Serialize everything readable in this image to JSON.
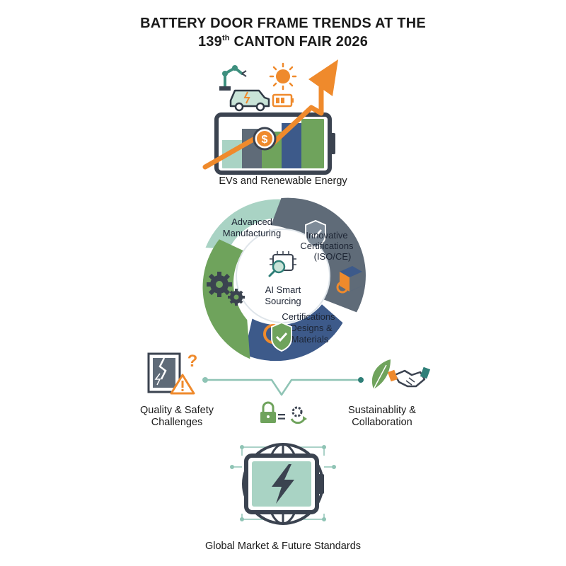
{
  "title": {
    "line1": "BATTERY DOOR FRAME TRENDS AT THE",
    "line2_number": "139",
    "line2_superscript": "th",
    "line2_rest": " CANTON FAIR 2026"
  },
  "top_section": {
    "label": "EVs and Renewable Energy",
    "dollar_symbol": "$"
  },
  "cycle": {
    "segments": [
      {
        "label_lines": [
          "Advanced",
          "Manufacturing"
        ]
      },
      {
        "label_lines": [
          "Innovative",
          "Certifications",
          "(ISO/CE)"
        ]
      },
      {
        "label_lines": [
          "Certifications",
          "Designs &",
          "Materials"
        ]
      }
    ],
    "center_lines": [
      "AI Smart",
      "Sourcing"
    ]
  },
  "middle": {
    "left_label_lines": [
      "Quality & Safety",
      "Challenges"
    ],
    "right_label_lines": [
      "Sustainablity &",
      "Collaboration"
    ],
    "question_mark": "?",
    "equals_symbol": "="
  },
  "bottom": {
    "label": "Global Market & Future Standards"
  },
  "colors": {
    "orange": "#ef8a2c",
    "green": "#6fa35c",
    "slate": "#5f6b78",
    "navy": "#3d5a8a",
    "mint": "#a9d3c4",
    "teal": "#2f7f78",
    "dark": "#3b4350"
  }
}
